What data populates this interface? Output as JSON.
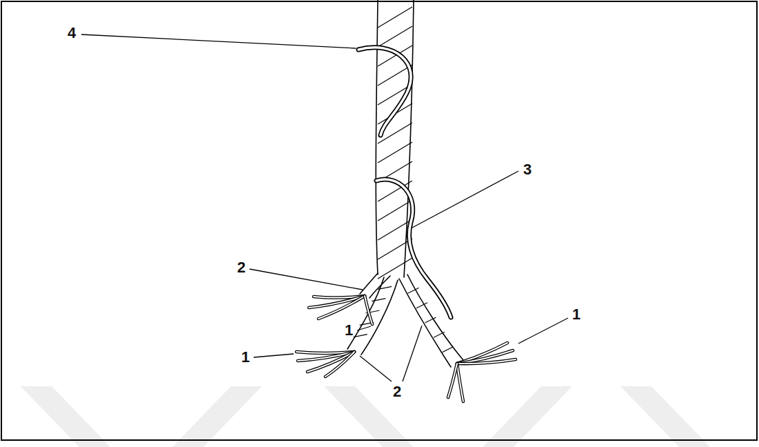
{
  "diagram": {
    "labels": [
      "4",
      "3",
      "2",
      "1",
      "1",
      "1",
      "2"
    ]
  }
}
